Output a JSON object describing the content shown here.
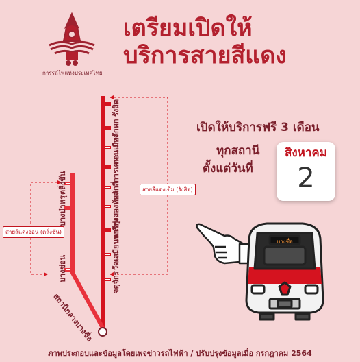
{
  "header": {
    "title_line1": "เตรียมเปิดให้",
    "title_line2": "บริการสายสีแดง",
    "logo_caption": "การรถไฟแห่งประเทศไทย"
  },
  "promo": {
    "line1": "เปิดให้บริการฟรี 3 เดือน",
    "line2": "ทุกสถานี",
    "line3": "ตั้งแต่วันที่"
  },
  "calendar": {
    "month": "สิงหาคม",
    "day": "2"
  },
  "lines": {
    "dark_red_label": "สายสีแดงเข้ม (รังสิต)",
    "light_red_label": "สายสีแดงอ่อน (ตลิ่งชัน)",
    "colors": {
      "dark_red": "#d5131f",
      "light_red": "#e8323c",
      "accent": "#b3202e"
    }
  },
  "stations": {
    "dark_red": [
      "รังสิต",
      "หลักหก",
      "ดอนเมือง",
      "การเคหะ",
      "หลักสี่",
      "ทุ่งสองห้อง",
      "บางเขน",
      "วัดเสมียนนารี",
      "จตุจักร"
    ],
    "light_red": [
      "ตลิ่งชัน",
      "บางบำหรุ",
      "บางซ่อน"
    ],
    "terminal": "สถานีกลางบางซื่อ"
  },
  "train": {
    "destination_sign": "บางซื่อ"
  },
  "footer": {
    "text": "ภาพประกอบและข้อมูลโดยเพจข่าวรถไฟฟ้า / ปรับปรุงข้อมูลเมื่อ กรกฎาคม 2564"
  }
}
